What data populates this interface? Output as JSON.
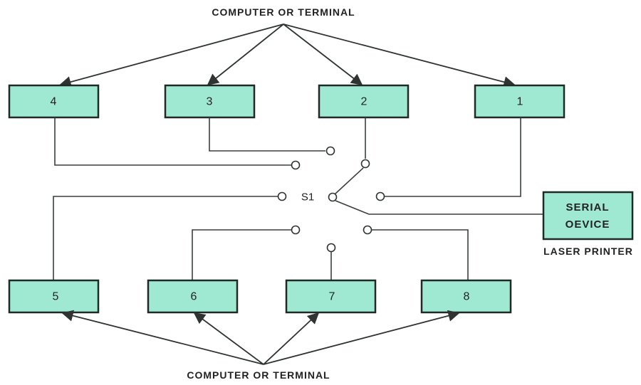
{
  "captions": {
    "top": "COMPUTER OR TERMINAL",
    "bottom": "COMPUTER OR TERMINAL"
  },
  "top_boxes": [
    {
      "label": "4"
    },
    {
      "label": "3"
    },
    {
      "label": "2"
    },
    {
      "label": "1"
    }
  ],
  "bottom_boxes": [
    {
      "label": "5"
    },
    {
      "label": "6"
    },
    {
      "label": "7"
    },
    {
      "label": "8"
    }
  ],
  "switch": {
    "label": "S1"
  },
  "serial_device": {
    "line1": "SERIAL",
    "line2": "OEVICE",
    "caption": "LASER PRINTER"
  },
  "colors": {
    "box_fill": "#9fe9d3",
    "box_stroke": "#1f2a26",
    "line": "#2f3432"
  }
}
